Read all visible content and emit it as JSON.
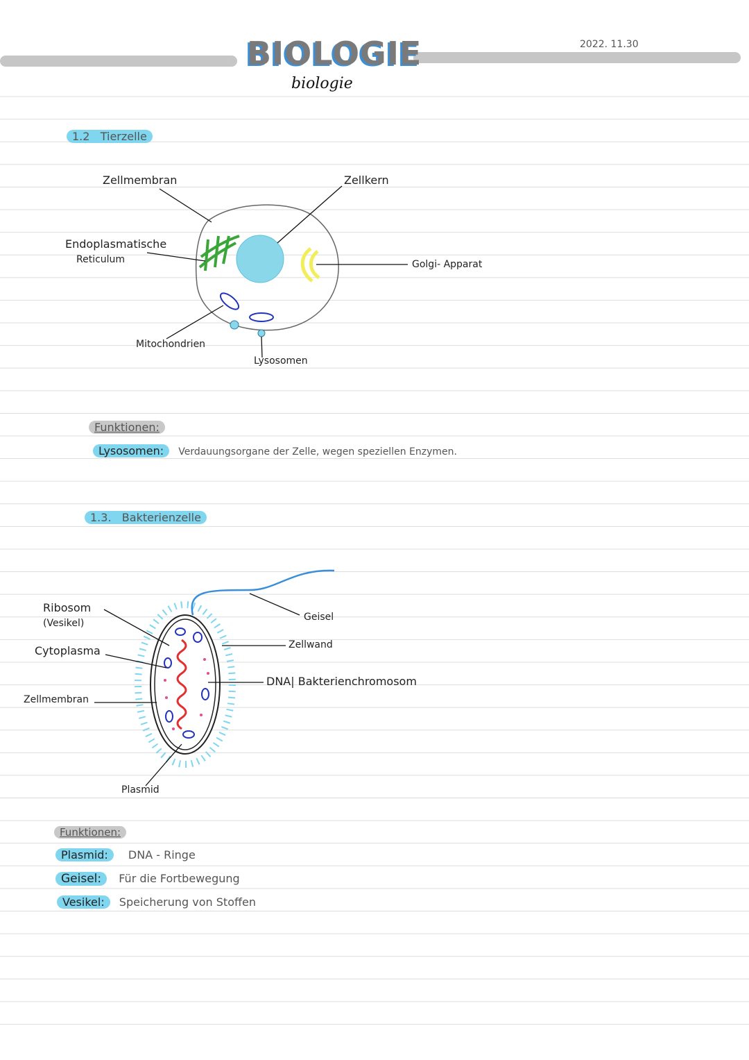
{
  "header": {
    "title": "BIOLOGIE",
    "title_script": "biologie",
    "date": "2022. 11.30"
  },
  "section_animal": {
    "number": "1.2",
    "title": "Tierzelle",
    "labels": {
      "membrane": "Zellmembran",
      "nucleus": "Zellkern",
      "er_line1": "Endoplasmatische",
      "er_line2": "Reticulum",
      "golgi": "Golgi- Apparat",
      "mito": "Mitochondrien",
      "lyso": "Lysosomen"
    },
    "functions_heading": "Funktionen:",
    "functions": [
      {
        "term": "Lysosomen:",
        "desc": "Verdauungsorgane der Zelle, wegen speziellen Enzymen."
      }
    ]
  },
  "section_bacteria": {
    "number": "1.3.",
    "title": "Bakterienzelle",
    "labels": {
      "ribosom": "Ribosom",
      "vesikel": "(Vesikel)",
      "cytoplasma": "Cytoplasma",
      "membrane": "Zellmembran",
      "geisel": "Geisel",
      "wall": "Zellwand",
      "dna": "DNA| Bakterienchromosom",
      "plasmid": "Plasmid"
    },
    "functions_heading": "Funktionen:",
    "functions": [
      {
        "term": "Plasmid:",
        "desc": "DNA - Ringe"
      },
      {
        "term": "Geisel:",
        "desc": "Für die Fortbewegung"
      },
      {
        "term": "Vesikel:",
        "desc": "Speicherung von Stoffen"
      }
    ]
  },
  "colors": {
    "accent": "#7fd6ee",
    "grey": "#c6c6c6",
    "title_shadow": "#3a8fd8"
  }
}
